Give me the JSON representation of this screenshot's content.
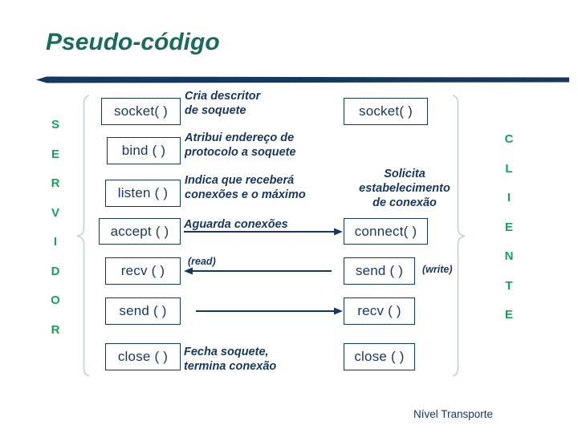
{
  "slide": {
    "title": "Pseudo-código",
    "title_color": "#1a6b5e",
    "rule_color": "#17375e",
    "background": "#ffffff"
  },
  "sides": {
    "server": {
      "label": "SERVIDOR",
      "letters": [
        "S",
        "E",
        "R",
        "V",
        "I",
        "D",
        "O",
        "R"
      ],
      "color": "#17a05e"
    },
    "client": {
      "label": "CLIENTE",
      "letters": [
        "C",
        "L",
        "I",
        "E",
        "N",
        "T",
        "E"
      ],
      "color": "#17a05e"
    }
  },
  "server_calls": [
    {
      "label": "socket( )"
    },
    {
      "label": "bind ( )"
    },
    {
      "label": "listen ( )"
    },
    {
      "label": "accept ( )"
    },
    {
      "label": "recv ( )"
    },
    {
      "label": "send ( )"
    },
    {
      "label": "close ( )"
    }
  ],
  "client_calls": [
    {
      "label": "socket( )"
    },
    {
      "label": "connect( )"
    },
    {
      "label": "send ( )"
    },
    {
      "label": "recv ( )"
    },
    {
      "label": "close ( )"
    }
  ],
  "server_notes": {
    "socket": "Cria descritor\nde soquete",
    "bind": "Atribui endereço de\nprotocolo a soquete",
    "listen": "Indica que receberá\nconexões e o máximo",
    "accept": "Aguarda conexões",
    "recv": "(read)",
    "close": "Fecha soquete,\ntermina conexão"
  },
  "client_notes": {
    "connect": "Solicita\nestabelecimento\nde conexão",
    "send": "(write)"
  },
  "arrows": [
    {
      "name": "accept-to-client",
      "direction": "right"
    },
    {
      "name": "client-send-to-recv",
      "direction": "left"
    },
    {
      "name": "server-send-to-client",
      "direction": "right"
    }
  ],
  "footer": {
    "caption": "Nível Transporte"
  }
}
